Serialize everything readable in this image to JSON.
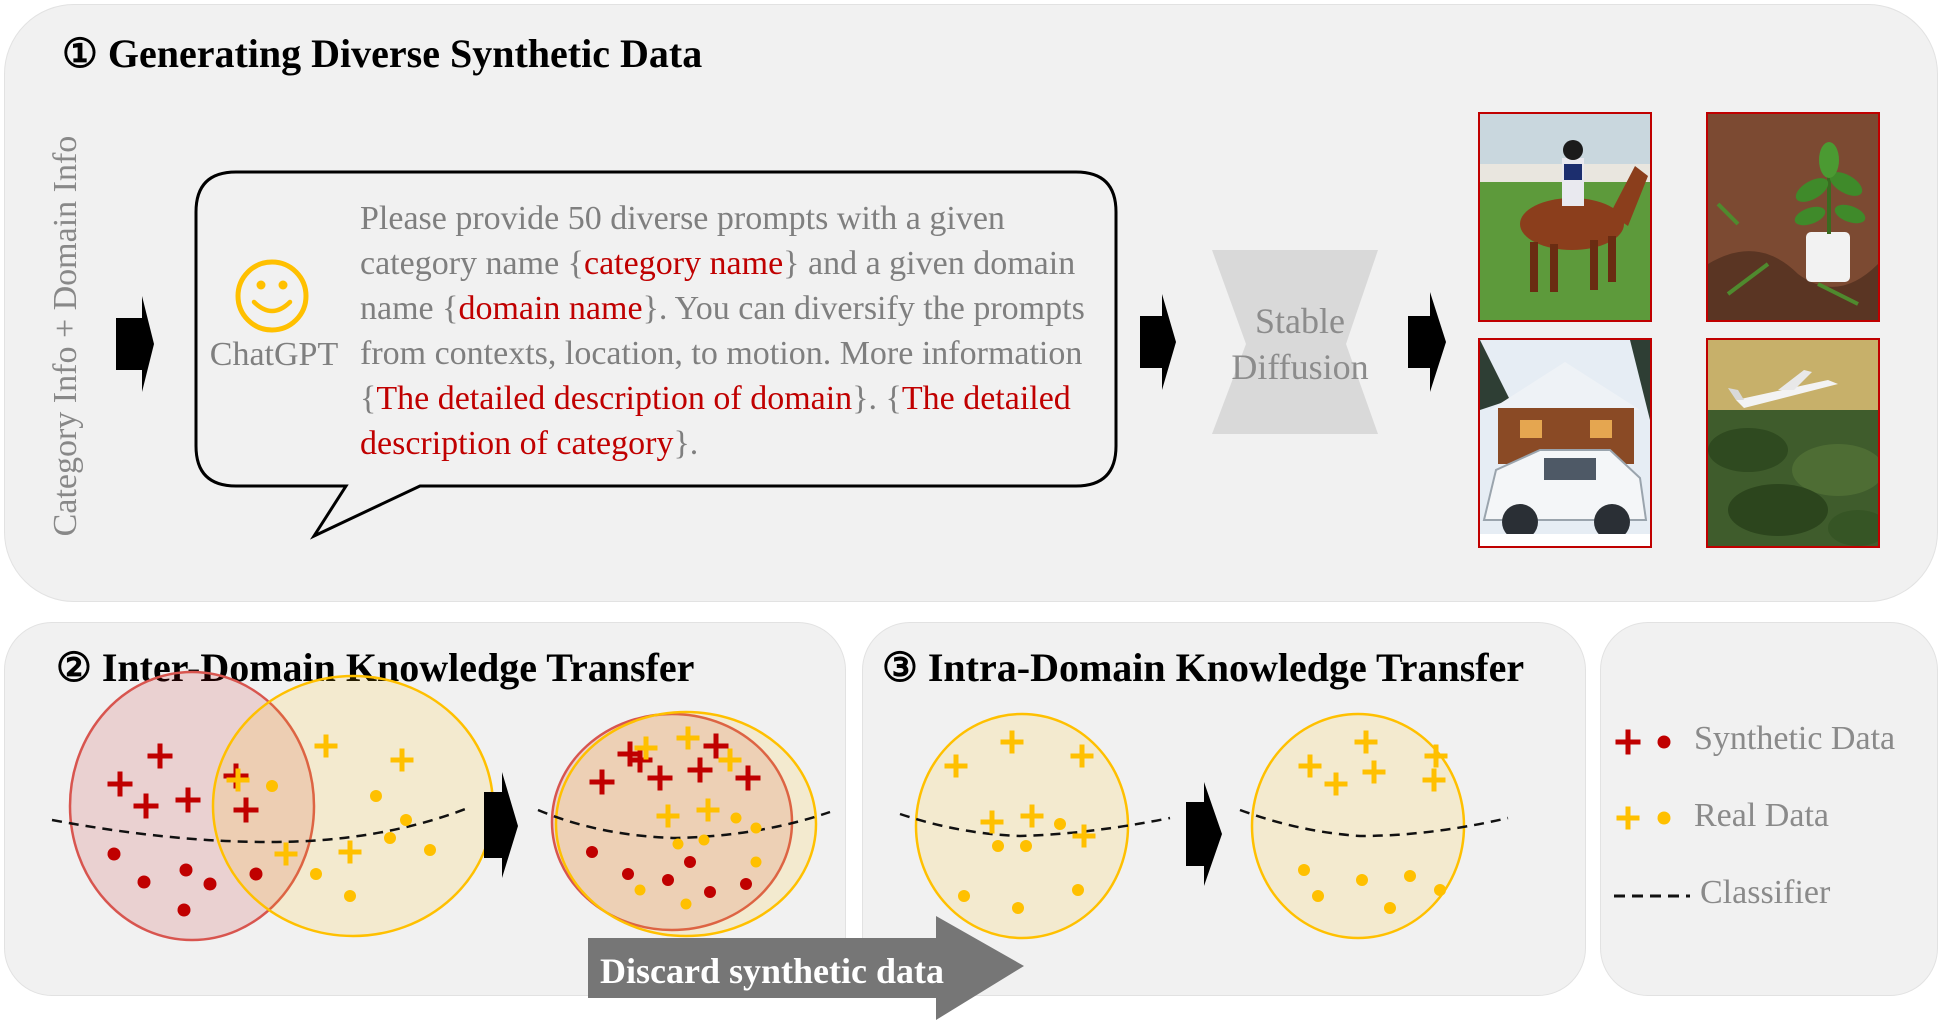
{
  "section1": {
    "number": "①",
    "title": "Generating Diverse Synthetic Data"
  },
  "vertical_label": "Category Info + Domain Info",
  "chatgpt": {
    "label": "ChatGPT",
    "icon": "smiley-icon"
  },
  "prompt": {
    "seg1": "Please provide 50 diverse prompts with a given category name {",
    "seg2": "category name",
    "seg3": "} and a given domain name {",
    "seg4": "domain name",
    "seg5": "}. You can diversify the prompts from contexts, location, to motion. More information {",
    "seg6": "The detailed description of domain",
    "seg7": "}. {",
    "seg8": "The detailed description of category",
    "seg9": "}."
  },
  "stable_diffusion": {
    "line1": "Stable",
    "line2": "Diffusion"
  },
  "section2": {
    "number": "②",
    "title": "Inter-Domain Knowledge Transfer"
  },
  "section3": {
    "number": "③",
    "title": "Intra-Domain Knowledge Transfer"
  },
  "legend": {
    "synthetic": "Synthetic Data",
    "real": "Real Data",
    "classifier": "Classifier"
  },
  "discard_label": "Discard synthetic data",
  "colors": {
    "synthetic": "#c00000",
    "real": "#ffc000",
    "panel_bg": "#f1f1f1",
    "text_gray": "#7f7f7f"
  }
}
